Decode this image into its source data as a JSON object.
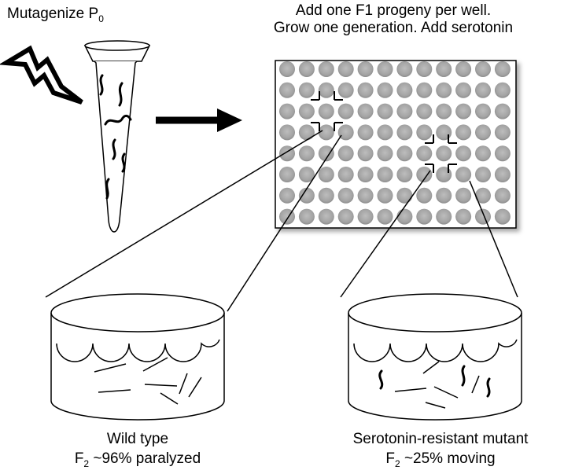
{
  "step1": {
    "label": "Mutagenize P",
    "sub": "0"
  },
  "step2": {
    "line1": "Add one F1 progeny per well.",
    "line2": "Grow one generation.  Add serotonin"
  },
  "plate": {
    "rows": 8,
    "cols": 12
  },
  "wild_type": {
    "title": "Wild type",
    "prefix": "F",
    "sub": "2",
    "result": " ~96% paralyzed"
  },
  "mutant": {
    "title": "Serotonin-resistant mutant",
    "prefix": "F",
    "sub": "2",
    "result": " ~25% moving"
  }
}
